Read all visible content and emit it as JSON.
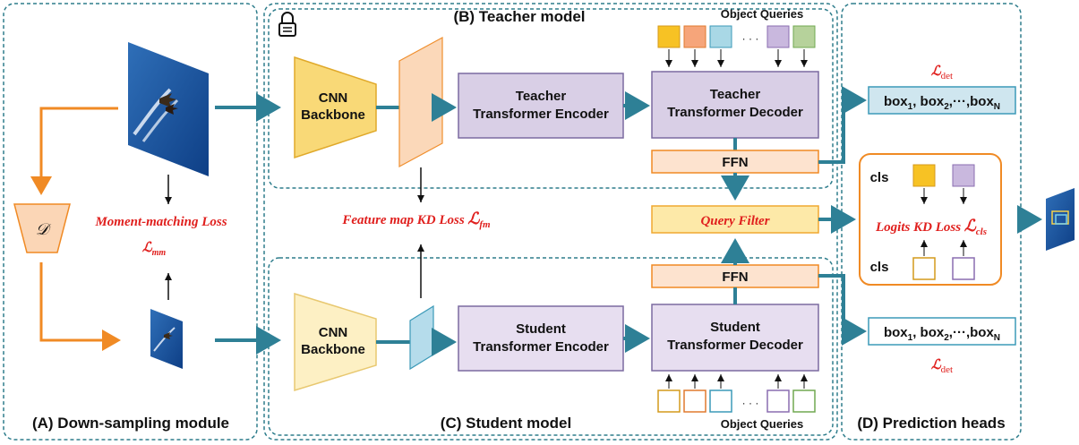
{
  "panels": {
    "downsampling": "(A) Down-sampling module",
    "teacher": "(B) Teacher model",
    "student": "(C) Student model",
    "heads": "(D) Prediction heads"
  },
  "teacher": {
    "backbone_line1": "CNN",
    "backbone_line2": "Backbone",
    "encoder_line1": "Teacher",
    "encoder_line2": "Transformer Encoder",
    "decoder_line1": "Teacher",
    "decoder_line2": "Transformer Decoder",
    "ffn": "FFN",
    "object_queries": "Object Queries"
  },
  "student": {
    "backbone_line1": "CNN",
    "backbone_line2": "Backbone",
    "encoder_line1": "Student",
    "encoder_line2": "Transformer Encoder",
    "decoder_line1": "Student",
    "decoder_line2": "Transformer Decoder",
    "ffn": "FFN",
    "object_queries": "Object Queries"
  },
  "query_filter": "Query Filter",
  "downsampler_symbol": "𝒟",
  "losses": {
    "moment_matching": "Moment-matching  Loss",
    "moment_matching_symbol": "ℒ",
    "moment_matching_sub": "mm",
    "feature_map": "Feature map KD Loss ",
    "feature_map_symbol": "ℒ",
    "feature_map_sub": "fm",
    "logits": "Logits KD Loss ",
    "logits_symbol": "ℒ",
    "logits_sub": "cls",
    "det_symbol": "ℒ",
    "det_sub": "det"
  },
  "heads": {
    "cls_label": "cls",
    "box_prefix": "box",
    "box_sub_1": "1",
    "box_sub_2": "2",
    "box_sub_n": "N",
    "separator": ", ",
    "ellipsis": "···"
  },
  "query_dots": "· · ·",
  "colors": {
    "panel_border": "#2e7d8c",
    "arrow_teal": "#2e8096",
    "arrow_orange": "#f08a24",
    "backbone_teacher": "#f9d977",
    "backbone_student": "#fdf0c4",
    "encoder_fill": "#d9cfe6",
    "ffn_fill": "#fde3cf",
    "query_filter_fill": "#fde9a8",
    "loss_red": "#e0201e",
    "query_colors": [
      "#f7c224",
      "#f6a57a",
      "#a9d8e6",
      "#c9b8de",
      "#b6d29b"
    ],
    "query_outlines": [
      "#d49a1c",
      "#e07a2f",
      "#3c9ab8",
      "#8a6db0",
      "#70a850"
    ]
  }
}
